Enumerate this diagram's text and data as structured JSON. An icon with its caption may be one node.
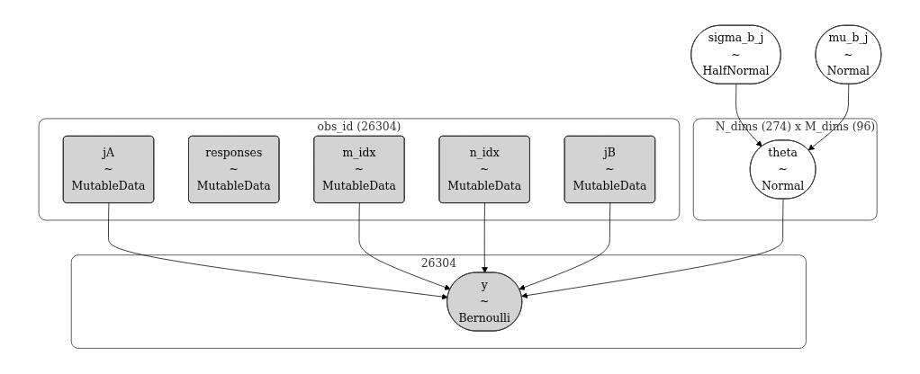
{
  "diagram": {
    "nodes": [
      {
        "text": [
          "obs_id (26304)"
        ]
      },
      {
        "text": [
          "jA",
          "~",
          "MutableData"
        ],
        "in": 0
      },
      {
        "text": [
          "responses",
          "~",
          "MutableData"
        ],
        "in": 0
      },
      {
        "text": [
          "m_idx",
          "~",
          "MutableData"
        ],
        "in": 0
      },
      {
        "text": [
          "n_idx",
          "~",
          "MutableData"
        ],
        "in": 0
      },
      {
        "text": [
          "jB",
          "~",
          "MutableData"
        ],
        "in": 0
      },
      {
        "text": [
          "sigma_b_j",
          "~",
          "HalfNormal"
        ]
      },
      {
        "text": [
          "mu_b_j",
          "~",
          "Normal"
        ]
      },
      {
        "text": [
          "N_dims (274) x M_dims (96)"
        ]
      },
      {
        "text": [
          "theta",
          "~",
          "Normal"
        ],
        "in": 8
      },
      {
        "text": [
          "26304"
        ]
      },
      {
        "text": [
          "y",
          "~",
          "Bernoulli"
        ],
        "in": 10
      }
    ],
    "edges": [
      {
        "from": 1,
        "to": 11,
        "arrow": "to"
      },
      {
        "from": 3,
        "to": 11,
        "arrow": "to"
      },
      {
        "from": 4,
        "to": 11,
        "arrow": "to"
      },
      {
        "from": 5,
        "to": 11,
        "arrow": "to"
      },
      {
        "from": 9,
        "to": 11,
        "arrow": "to"
      },
      {
        "from": 6,
        "to": 9,
        "arrow": "to"
      },
      {
        "from": 7,
        "to": 9,
        "arrow": "to"
      }
    ]
  }
}
